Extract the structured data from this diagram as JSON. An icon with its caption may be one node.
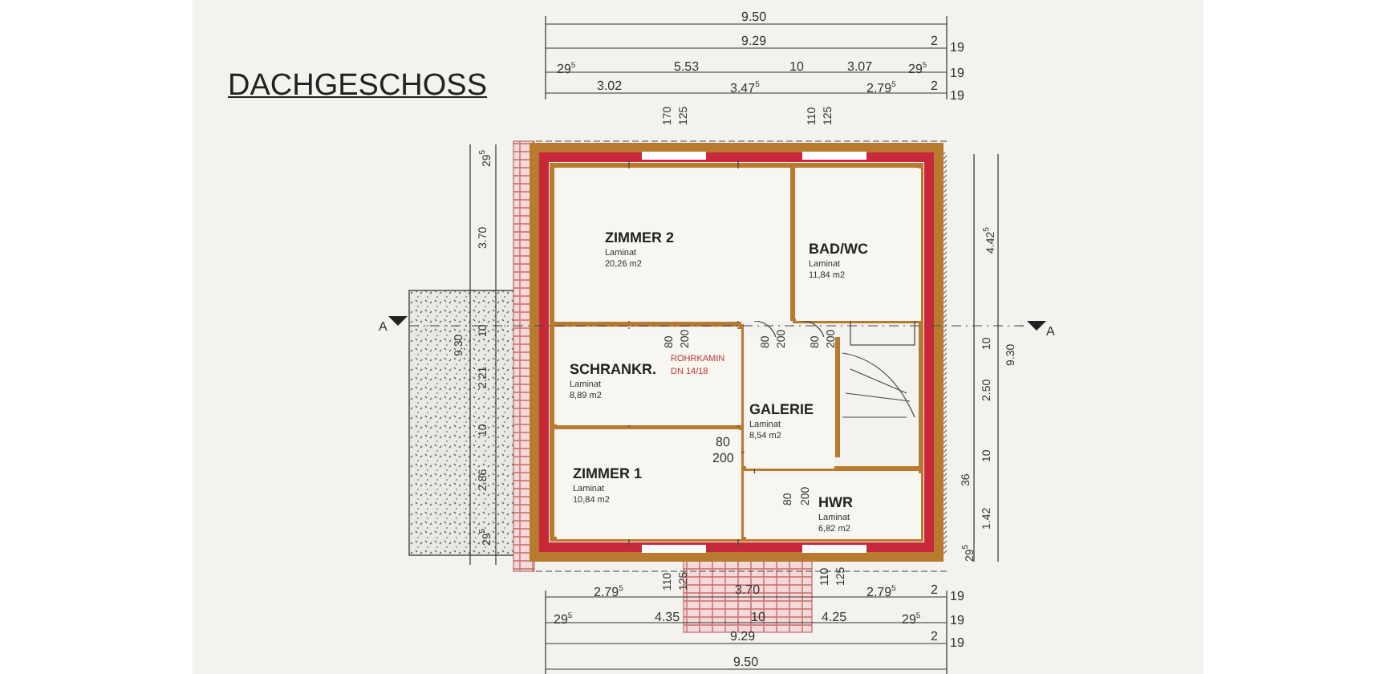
{
  "diagram": {
    "title": "DACHGESCHOSS",
    "nodes": [
      {
        "text": [
          "ZIMMER 2",
          "Laminat",
          "20,26 m2"
        ]
      },
      {
        "text": [
          "BAD/WC",
          "Laminat",
          "11,84 m2"
        ]
      },
      {
        "text": [
          "SCHRANKR.",
          "Laminat",
          "8,89 m2"
        ]
      },
      {
        "text": [
          "GALERIE",
          "Laminat",
          "8,54 m2"
        ]
      },
      {
        "text": [
          "ZIMMER 1",
          "Laminat",
          "10,84 m2"
        ]
      },
      {
        "text": [
          "HWR",
          "Laminat",
          "6,82 m2"
        ]
      }
    ],
    "labels": [
      "9.50",
      "9.29",
      "2",
      "19",
      "29$^{5}$",
      "5.53",
      "10",
      "3.07",
      "29$^{5}$",
      "19",
      "3.02",
      "3.47$^{5}$",
      "2.79$^{5}$",
      "2",
      "19",
      "170",
      "125",
      "110",
      "125",
      "29$^{5}$",
      "3.70",
      "9.30",
      "10",
      "2.21",
      "10",
      "2.86",
      "29$^{5}$",
      "4.42$^{5}$",
      "10",
      "9.30",
      "2.50",
      "10",
      "36",
      "1.42",
      "29$^{5}$",
      "A",
      "A",
      "80",
      "200",
      "80",
      "200",
      "80",
      "200",
      "ROHRKAMIN",
      "DN 14/18",
      "80",
      "200",
      "80",
      "200",
      "110",
      "125",
      "110",
      "125",
      "2.79$^{5}$",
      "3.70",
      "2.79$^{5}$",
      "2",
      "19",
      "29$^{5}$",
      "4.35",
      "10",
      "4.25",
      "29$^{5}$",
      "19",
      "9.29",
      "2",
      "19",
      "9.50"
    ]
  }
}
